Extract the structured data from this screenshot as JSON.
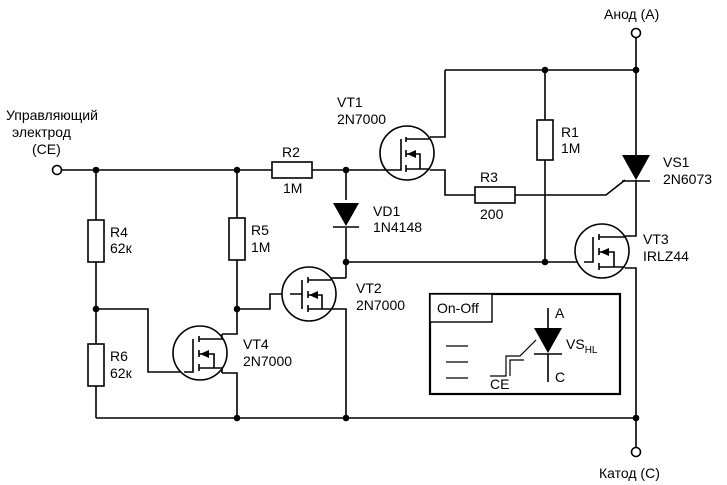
{
  "terminals": {
    "anode": "Анод (А)",
    "cathode": "Катод (С)",
    "control_line1": "Управляющий",
    "control_line2": "электрод",
    "control_line3": "(СЕ)"
  },
  "components": {
    "r1": {
      "name": "R1",
      "value": "1M"
    },
    "r2": {
      "name": "R2",
      "value": "1M"
    },
    "r3": {
      "name": "R3",
      "value": "200"
    },
    "r4": {
      "name": "R4",
      "value": "62к"
    },
    "r5": {
      "name": "R5",
      "value": "1M"
    },
    "r6": {
      "name": "R6",
      "value": "62к"
    },
    "vd1": {
      "name": "VD1",
      "value": "1N4148"
    },
    "vs1": {
      "name": "VS1",
      "value": "2N6073"
    },
    "vt1": {
      "name": "VT1",
      "value": "2N7000"
    },
    "vt2": {
      "name": "VT2",
      "value": "2N7000"
    },
    "vt3": {
      "name": "VT3",
      "value": "IRLZ44"
    },
    "vt4": {
      "name": "VT4",
      "value": "2N7000"
    }
  },
  "legend": {
    "title": "On-Off",
    "anode": "A",
    "cathode": "C",
    "gate": "CE",
    "symbol_main": "VS",
    "symbol_sub": "HL"
  }
}
